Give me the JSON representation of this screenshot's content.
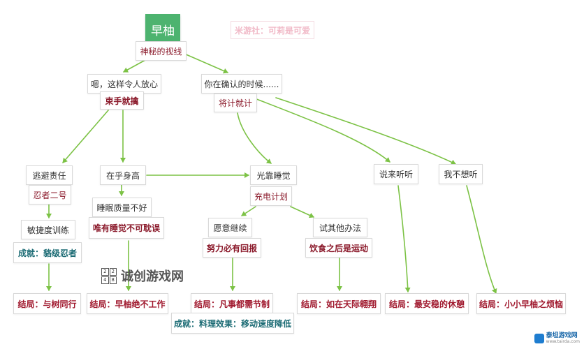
{
  "watermark_top": "米游社：可莉是可爱",
  "site_brand": {
    "logo_cells": [
      "2",
      "2",
      "4",
      "8"
    ],
    "text": "诚创游戏网"
  },
  "corner_logo": {
    "text": "泰坦游戏网",
    "sub": "www.tairda.com"
  },
  "nodes": {
    "root": "早柚",
    "n_mysterious_gaze": "神秘的视线",
    "n_reassuring": "嗯，这样令人放心",
    "n_capture": "束手就擒",
    "n_confirming": "你在确认的时候......",
    "n_trick": "将计就计",
    "n_avoid": "逃避责任",
    "n_ninja2": "忍者二号",
    "n_agility": "敏捷度训练",
    "n_ach_raccoon": "成就：貉级忍者",
    "n_end_tree": "结局：与树同行",
    "n_height": "在乎身高",
    "n_poor_sleep": "睡眠质量不好",
    "n_only_sleep": "唯有睡觉不可耽误",
    "n_end_sayu_no_work": "结局：早柚绝不工作",
    "n_rely_sleep": "光靠睡觉",
    "n_charge_plan": "充电计划",
    "n_willing": "愿意继续",
    "n_effort": "努力必有回报",
    "n_end_moderation": "结局：凡事都需节制",
    "n_ach_cooking": "成就：料理效果：移动速度降低",
    "n_other_way": "试其他办法",
    "n_exercise": "饮食之后是运动",
    "n_end_soar": "结局：如在天际翱翔",
    "n_listen": "说来听听",
    "n_end_rest": "结局：最安稳的休憩",
    "n_dont_want": "我不想听",
    "n_end_worries": "结局：小小早柚之烦恼"
  },
  "colors": {
    "edge": "#7cc245",
    "root_bg": "#4db36f",
    "red_text": "#8b1a2b",
    "ending_text": "#a0192e",
    "teal_text": "#1b6b74"
  }
}
